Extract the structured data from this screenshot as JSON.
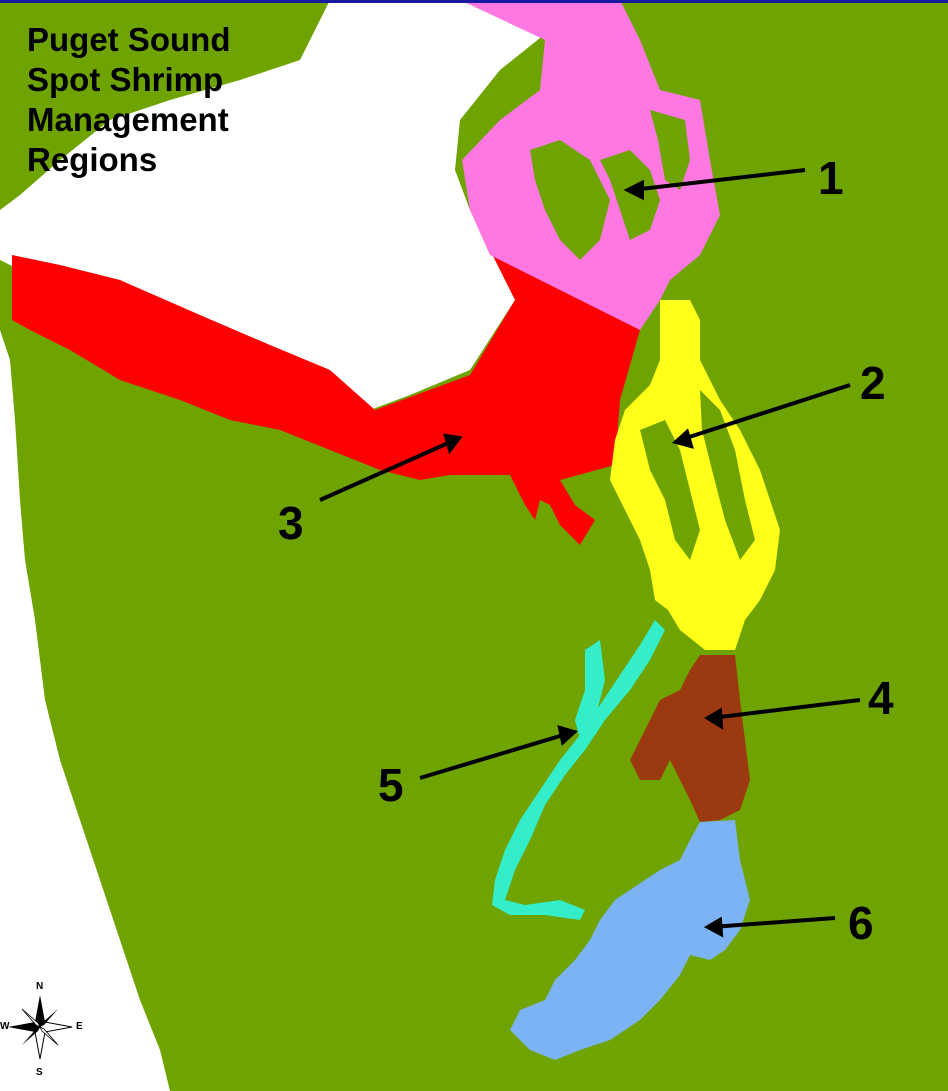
{
  "title_lines": [
    "Puget Sound",
    "Spot Shrimp",
    "Management",
    "Regions"
  ],
  "regions": [
    {
      "label": "1",
      "color": "#ff77e0"
    },
    {
      "label": "2",
      "color": "#ffff1a"
    },
    {
      "label": "3",
      "color": "#ff0000"
    },
    {
      "label": "4",
      "color": "#9b3a10"
    },
    {
      "label": "5",
      "color": "#33eec8"
    },
    {
      "label": "6",
      "color": "#7bb3f5"
    }
  ],
  "colors": {
    "land": "#6fa300",
    "water": "#ffffff",
    "frame": "#1a1aa0"
  },
  "compass": {
    "n": "N",
    "s": "S",
    "e": "E",
    "w": "W"
  }
}
